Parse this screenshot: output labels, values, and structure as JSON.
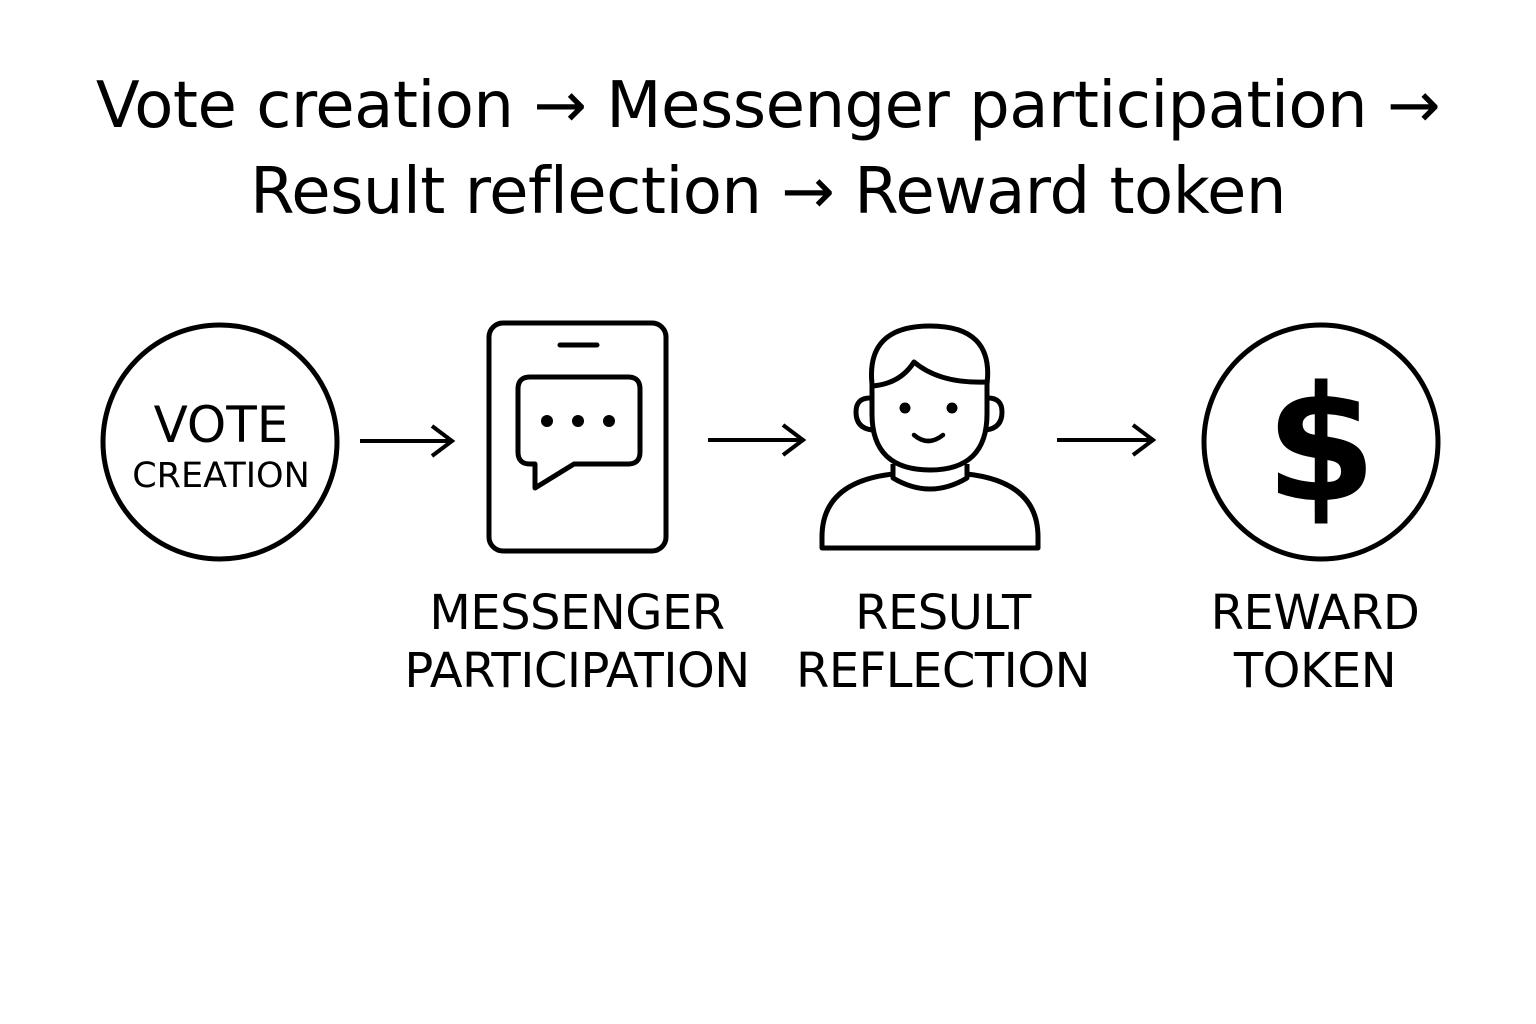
{
  "title": {
    "line1": "Vote creation → Messenger participation →",
    "line2": "Result reflection → Reward token"
  },
  "steps": [
    {
      "icon": "vote-creation-badge",
      "badge_line1": "VOTE",
      "badge_line2": "CREATION"
    },
    {
      "icon": "phone-chat-icon",
      "label_line1": "MESSENGER",
      "label_line2": "PARTICIPATION"
    },
    {
      "icon": "person-icon",
      "label_line1": "RESULT",
      "label_line2": "REFLECTION"
    },
    {
      "icon": "dollar-coin-icon",
      "symbol": "$",
      "label_line1": "REWARD",
      "label_line2": "TOKEN"
    }
  ],
  "colors": {
    "stroke": "#000000",
    "background": "#ffffff"
  }
}
